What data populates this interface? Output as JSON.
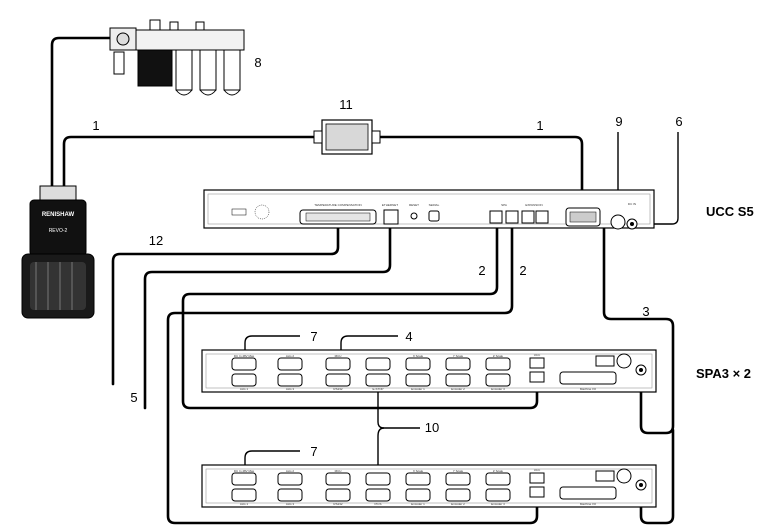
{
  "callouts": {
    "c1a": "1",
    "c1b": "1",
    "c2a": "2",
    "c2b": "2",
    "c3": "3",
    "c4": "4",
    "c5": "5",
    "c6": "6",
    "c7a": "7",
    "c7b": "7",
    "c8": "8",
    "c9": "9",
    "c10": "10",
    "c11": "11",
    "c12": "12"
  },
  "devices": {
    "ucc": "UCC S5",
    "spa": "SPA3 × 2"
  },
  "ucc_panel": {
    "temp_comp": "TEMPERATURE COMPENSATION",
    "ethernet": "ETHERNET",
    "reset": "RESET",
    "serial": "SERIAL",
    "spa": "SPA",
    "expansion": "EXPANSION",
    "dc_in": "DC IN"
  },
  "spa_panel": {
    "dc_in": "DC In 48V Max",
    "axis1": "Axis 1",
    "axis2": "Axis 2",
    "axis3": "Axis 3",
    "mcu": "MCU",
    "rs232": "RS232",
    "e_stop": "E-STOP",
    "pics": "PICS",
    "x_scale": "X Scale",
    "y_scale": "Y Scale",
    "z_scale": "Z Scale",
    "encoder1": "Encoder 1",
    "encoder2": "Encoder 2",
    "encoder3": "Encoder 3",
    "ucc": "UCC",
    "machine_io": "Machine I/O"
  },
  "probe": {
    "brand": "RENISHAW",
    "model": "REVO-2"
  }
}
